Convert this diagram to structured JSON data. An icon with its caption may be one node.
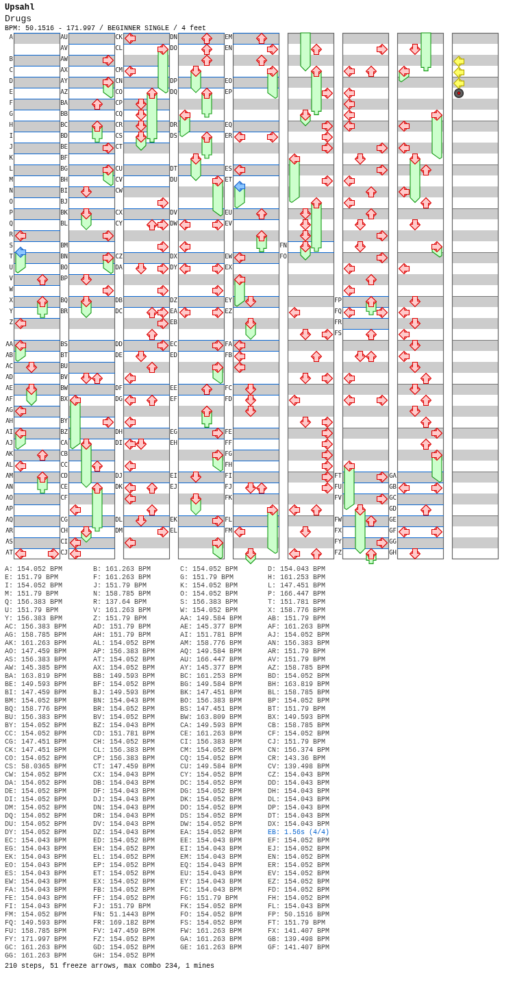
{
  "diagram": {
    "title": "Upsahl",
    "labels": [
      "Drugs",
      "BPM: 50.1516 - 171.997 / BEGINNER SINGLE / 4 feet",
      "A",
      "B",
      "C",
      "D",
      "E",
      "F",
      "G",
      "H",
      "I",
      "J",
      "K",
      "L",
      "M",
      "N",
      "O",
      "P",
      "Q",
      "R",
      "S",
      "T",
      "U",
      "V",
      "W",
      "X",
      "Y",
      "Z",
      "AA",
      "AB",
      "AC",
      "AD",
      "AE",
      "AF",
      "AG",
      "AH",
      "AI",
      "AJ",
      "AK",
      "AL",
      "AM",
      "AN",
      "AO",
      "AP",
      "AQ",
      "AR",
      "AS",
      "AT",
      "AU",
      "AV",
      "AW",
      "AX",
      "AY",
      "AZ",
      "BA",
      "BB",
      "BC",
      "BD",
      "BE",
      "BF",
      "BG",
      "BH",
      "BI",
      "BJ",
      "BK",
      "BL",
      "BM",
      "BN",
      "BO",
      "BP",
      "BQ",
      "BR",
      "BS",
      "BT",
      "BU",
      "BV",
      "BW",
      "BX",
      "BY",
      "BZ",
      "CA",
      "CB",
      "CC",
      "CD",
      "CE",
      "CF",
      "CG",
      "CH",
      "CI",
      "CJ",
      "CK",
      "CL",
      "CM",
      "CN",
      "CO",
      "CP",
      "CQ",
      "CR",
      "CS",
      "CT",
      "CU",
      "CV",
      "CW",
      "CX",
      "CY",
      "CZ",
      "DA",
      "DB",
      "DC",
      "DD",
      "DE",
      "DF",
      "DG",
      "DH",
      "DI",
      "DJ",
      "DK",
      "DL",
      "DM",
      "DN",
      "DO",
      "DP",
      "DQ",
      "DR",
      "DS",
      "DT",
      "DU",
      "DV",
      "DW",
      "DX",
      "DY",
      "DZ",
      "EA",
      "EB",
      "EC",
      "ED",
      "EE",
      "EF",
      "EG",
      "EH",
      "EI",
      "EJ",
      "EK",
      "EL",
      "EM",
      "EN",
      "EO",
      "EP",
      "EQ",
      "ER",
      "ES",
      "ET",
      "EU",
      "EV",
      "EW",
      "EX",
      "EY",
      "EZ",
      "FA",
      "FB",
      "FC",
      "FD",
      "FE",
      "FF",
      "FG",
      "FH",
      "FI",
      "FJ",
      "FK",
      "FL",
      "FM",
      "FN",
      "FO",
      "FP",
      "FQ",
      "FR",
      "FS",
      "FT",
      "FU",
      "FV",
      "FW",
      "FX",
      "FY",
      "FZ",
      "GA",
      "GB",
      "GC",
      "GD",
      "GE",
      "GF",
      "GG",
      "GH",
      "A: 154.052 BPM",
      "B: 161.263 BPM",
      "C: 154.052 BPM",
      "D: 154.043 BPM",
      "E: 151.79 BPM",
      "F: 161.263 BPM",
      "G: 151.79 BPM",
      "H: 161.253 BPM",
      "I: 154.052 BPM",
      "J: 151.79 BPM",
      "K: 154.052 BPM",
      "L: 147.451 BPM",
      "M: 151.79 BPM",
      "N: 158.785 BPM",
      "O: 154.052 BPM",
      "P: 166.447 BPM",
      "Q: 156.383 BPM",
      "R: 137.64 BPM",
      "S: 156.383 BPM",
      "T: 151.781 BPM",
      "U: 151.79 BPM",
      "V: 161.263 BPM",
      "W: 154.052 BPM",
      "X: 158.776 BPM",
      "Y: 156.383 BPM",
      "Z: 151.79 BPM",
      "AA: 149.584 BPM",
      "AB: 151.79 BPM",
      "AC: 156.383 BPM",
      "AD: 151.79 BPM",
      "AE: 145.377 BPM",
      "AF: 161.263 BPM",
      "AG: 158.785 BPM",
      "AH: 151.79 BPM",
      "AI: 151.781 BPM",
      "AJ: 154.052 BPM",
      "AK: 161.263 BPM",
      "AL: 154.052 BPM",
      "AM: 158.776 BPM",
      "AN: 156.383 BPM",
      "AO: 147.459 BPM",
      "AP: 156.383 BPM",
      "AQ: 149.584 BPM",
      "AR: 151.79 BPM",
      "AS: 156.383 BPM",
      "AT: 154.052 BPM",
      "AU: 166.447 BPM",
      "AV: 151.79 BPM",
      "AW: 145.385 BPM",
      "AX: 154.052 BPM",
      "AY: 145.377 BPM",
      "AZ: 158.785 BPM",
      "BA: 163.819 BPM",
      "BB: 149.593 BPM",
      "BC: 161.253 BPM",
      "BD: 154.052 BPM",
      "BE: 149.593 BPM",
      "BF: 154.052 BPM",
      "BG: 149.584 BPM",
      "BH: 163.819 BPM",
      "BI: 147.459 BPM",
      "BJ: 149.593 BPM",
      "BK: 147.451 BPM",
      "BL: 158.785 BPM",
      "BM: 154.052 BPM",
      "BN: 154.043 BPM",
      "BO: 156.383 BPM",
      "BP: 154.052 BPM",
      "BQ: 158.776 BPM",
      "BR: 154.052 BPM",
      "BS: 147.451 BPM",
      "BT: 151.79 BPM",
      "BU: 156.383 BPM",
      "BV: 154.052 BPM",
      "BW: 163.809 BPM",
      "BX: 149.593 BPM",
      "BY: 154.052 BPM",
      "BZ: 154.043 BPM",
      "CA: 149.593 BPM",
      "CB: 158.785 BPM",
      "CC: 154.052 BPM",
      "CD: 151.781 BPM",
      "CE: 161.263 BPM",
      "CF: 154.052 BPM",
      "CG: 147.451 BPM",
      "CH: 154.052 BPM",
      "CI: 156.383 BPM",
      "CJ: 151.79 BPM",
      "CK: 147.451 BPM",
      "CL: 156.383 BPM",
      "CM: 154.052 BPM",
      "CN: 156.374 BPM",
      "CO: 154.052 BPM",
      "CP: 156.383 BPM",
      "CQ: 154.052 BPM",
      "CR: 143.36 BPM",
      "CS: 58.0365 BPM",
      "CT: 147.459 BPM",
      "CU: 149.584 BPM",
      "CV: 139.498 BPM",
      "CW: 154.052 BPM",
      "CX: 154.043 BPM",
      "CY: 154.052 BPM",
      "CZ: 154.043 BPM",
      "DA: 154.052 BPM",
      "DB: 154.043 BPM",
      "DC: 154.052 BPM",
      "DD: 154.043 BPM",
      "DE: 154.052 BPM",
      "DF: 154.043 BPM",
      "DG: 154.052 BPM",
      "DH: 154.043 BPM",
      "DI: 154.052 BPM",
      "DJ: 154.043 BPM",
      "DK: 154.052 BPM",
      "DL: 154.043 BPM",
      "DM: 154.052 BPM",
      "DN: 154.043 BPM",
      "DO: 154.052 BPM",
      "DP: 154.043 BPM",
      "DQ: 154.052 BPM",
      "DR: 154.043 BPM",
      "DS: 154.052 BPM",
      "DT: 154.043 BPM",
      "DU: 154.052 BPM",
      "DV: 154.043 BPM",
      "DW: 154.052 BPM",
      "DX: 154.043 BPM",
      "DY: 154.052 BPM",
      "DZ: 154.043 BPM",
      "EA: 154.052 BPM",
      "EB: 1.56s (4/4)",
      "EC: 154.043 BPM",
      "ED: 154.052 BPM",
      "EE: 154.043 BPM",
      "EF: 154.052 BPM",
      "EG: 154.043 BPM",
      "EH: 154.052 BPM",
      "EI: 154.043 BPM",
      "EJ: 154.052 BPM",
      "EK: 154.043 BPM",
      "EL: 154.052 BPM",
      "EM: 154.043 BPM",
      "EN: 154.052 BPM",
      "EO: 154.043 BPM",
      "EP: 154.052 BPM",
      "EQ: 154.043 BPM",
      "ER: 154.052 BPM",
      "ES: 154.043 BPM",
      "ET: 154.052 BPM",
      "EU: 154.043 BPM",
      "EV: 154.052 BPM",
      "EW: 154.043 BPM",
      "EX: 154.052 BPM",
      "EY: 154.043 BPM",
      "EZ: 154.052 BPM",
      "FA: 154.043 BPM",
      "FB: 154.052 BPM",
      "FC: 154.043 BPM",
      "FD: 154.052 BPM",
      "FE: 154.043 BPM",
      "FF: 154.052 BPM",
      "FG: 151.79 BPM",
      "FH: 154.052 BPM",
      "FI: 154.043 BPM",
      "FJ: 151.79 BPM",
      "FK: 154.052 BPM",
      "FL: 154.043 BPM",
      "FM: 154.052 BPM",
      "FN: 51.1443 BPM",
      "FO: 154.052 BPM",
      "FP: 50.1516 BPM",
      "FQ: 149.593 BPM",
      "FR: 169.182 BPM",
      "FS: 154.052 BPM",
      "FT: 151.79 BPM",
      "FU: 158.785 BPM",
      "FV: 147.459 BPM",
      "FW: 161.263 BPM",
      "FX: 141.407 BPM",
      "FY: 171.997 BPM",
      "FZ: 154.052 BPM",
      "GA: 161.263 BPM",
      "GB: 139.498 BPM",
      "GC: 161.263 BPM",
      "GD: 154.052 BPM",
      "GE: 161.263 BPM",
      "GF: 141.407 BPM",
      "GG: 161.263 BPM",
      "GH: 154.052 BPM",
      "210 steps, 51 freeze arrows, max combo 234, 1 mines"
    ]
  }
}
